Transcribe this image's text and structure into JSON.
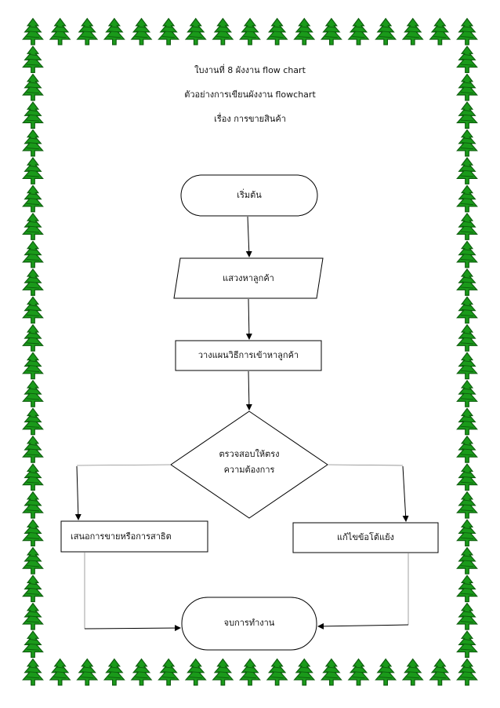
{
  "header": {
    "line1": "ใบงานที่ 8 ผังงาน flow chart",
    "line2": "ตัวอย่างการเขียนผังงาน flowchart",
    "line3": "เรื่อง การขายสินค้า"
  },
  "flowchart": {
    "start": "เริ่มต้น",
    "input": "แสวงหาลูกค้า",
    "process": "วางแผนวิธีการเข้าหาลูกค้า",
    "decision_line1": "ตรวจสอบให้ตรง",
    "decision_line2": "ความต้องการ",
    "left_branch": "เสนอการขายหรือการสาธิต",
    "right_branch": "แก้ไขข้อโต้แย้ง",
    "end": "จบการทำงาน"
  },
  "colors": {
    "tree_green": "#1a9a1a",
    "tree_trunk": "#0d5c0d",
    "line": "#000000"
  },
  "icons": {
    "border_ornament": "christmas-tree-icon"
  }
}
